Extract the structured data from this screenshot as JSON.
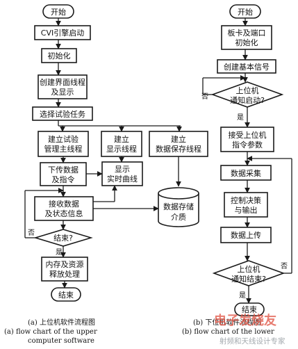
{
  "left": {
    "start": "开始",
    "cvi": "CVI引擎启动",
    "init": "初始化",
    "create_ui_1": "创建界面线程",
    "create_ui_2": "及显示",
    "select_task": "选择试验任务",
    "main_thread_1": "建立试验",
    "main_thread_2": "管理主线程",
    "display_thread_1": "建立",
    "display_thread_2": "显示线程",
    "save_thread_1": "建立",
    "save_thread_2": "数据保存线程",
    "send_1": "下传数据",
    "send_2": "及指令",
    "show_curve_1": "显示",
    "show_curve_2": "实时曲线",
    "receive_1": "接收数据",
    "receive_2": "及状态信息",
    "storage_1": "数据存储",
    "storage_2": "介质",
    "end_q": "结束?",
    "no": "否",
    "yes": "是",
    "release_1": "内存及资源",
    "release_2": "释放处理",
    "end": "结束",
    "caption_cn": "(a) 上位机软件流程图",
    "caption_en_1": "(a) flow chart of the upper",
    "caption_en_2": "computer software"
  },
  "right": {
    "start": "开始",
    "board_1": "板卡及端口",
    "board_2": "初始化",
    "basic_signal": "创建基本信号",
    "notify_start_1": "上位机",
    "notify_start_2": "通知启动?",
    "no": "否",
    "yes": "是",
    "receive_cmd_1": "接受上位机",
    "receive_cmd_2": "指令参数",
    "acquire": "数据采集",
    "control_1": "控制决策",
    "control_2": "与输出",
    "upload": "数据上传",
    "notify_end_1": "上位机",
    "notify_end_2": "通知结束?",
    "no2": "否",
    "yes2": "是",
    "end": "结束",
    "caption_cn": "(b) 下位机软件流程图",
    "caption_en": "(b) flow chart of the lower"
  },
  "watermark": {
    "brand": "电子发烧友",
    "site": "射频和天线设计专家"
  }
}
